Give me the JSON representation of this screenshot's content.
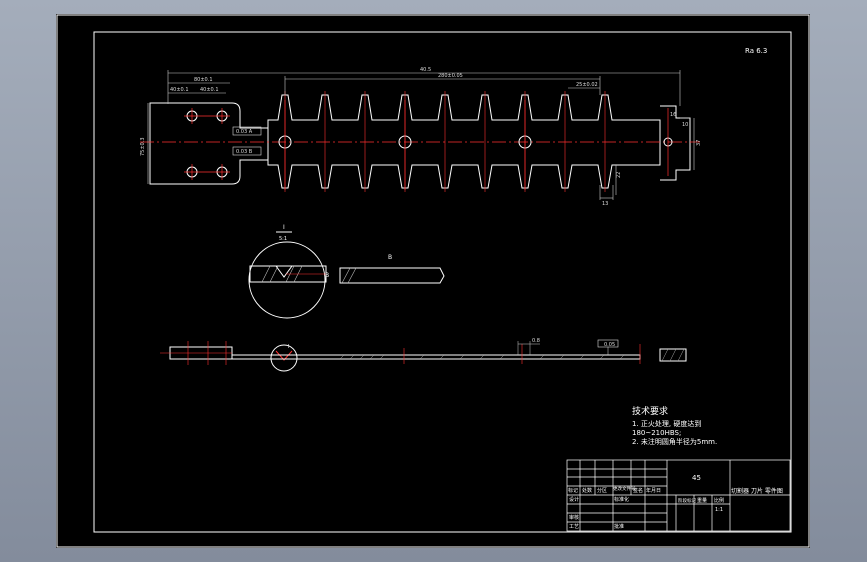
{
  "colors": {
    "background": "#8c95a5",
    "sheet": "#000000",
    "line": "#ffffff",
    "centerline": "#ff0000",
    "dimension": "#d8d8d8",
    "hatch": "#b0b0b0"
  },
  "drawing": {
    "roughness_mark": "Ra 6.3",
    "dimensions": {
      "overall_length": "40.5",
      "tooth_span": "280±0.05",
      "pitch": "25±0.02",
      "hole_spacing_a": "40±0.1",
      "hole_spacing_b": "40±0.1",
      "hole_spacing_top": "80±0.1",
      "height": "75±0.3",
      "tol_box_a": "0.03 A",
      "tol_box_b": "0.03 B",
      "end_width": "16",
      "end_height": "10",
      "right_dim": "37",
      "tooth_depth": "22",
      "tooth_gap": "13",
      "section_thickness": "0.8",
      "flat_box": "0.05"
    },
    "detail_label": "I",
    "detail_scale": "5:1",
    "section_label": "B",
    "side_label": "B"
  },
  "notes": {
    "heading": "技术要求",
    "line1": "1. 正火处理, 硬度达到",
    "line2": "180~210HBS;",
    "line3": "2. 未注明圆角半径为5mm."
  },
  "title_block": {
    "material": "45",
    "part_name": "切割器 刀片 零件图",
    "scale": "1:1",
    "headers_row": [
      "标记",
      "处数",
      "分区",
      "更改文件号",
      "签名",
      "年月日"
    ],
    "design_label": "设计",
    "review_label": "审核",
    "process_label": "工艺",
    "standard_label": "标准化",
    "approve_label": "批准",
    "stage_label": "阶段标记",
    "weight_label": "重量",
    "scale_label": "比例"
  }
}
